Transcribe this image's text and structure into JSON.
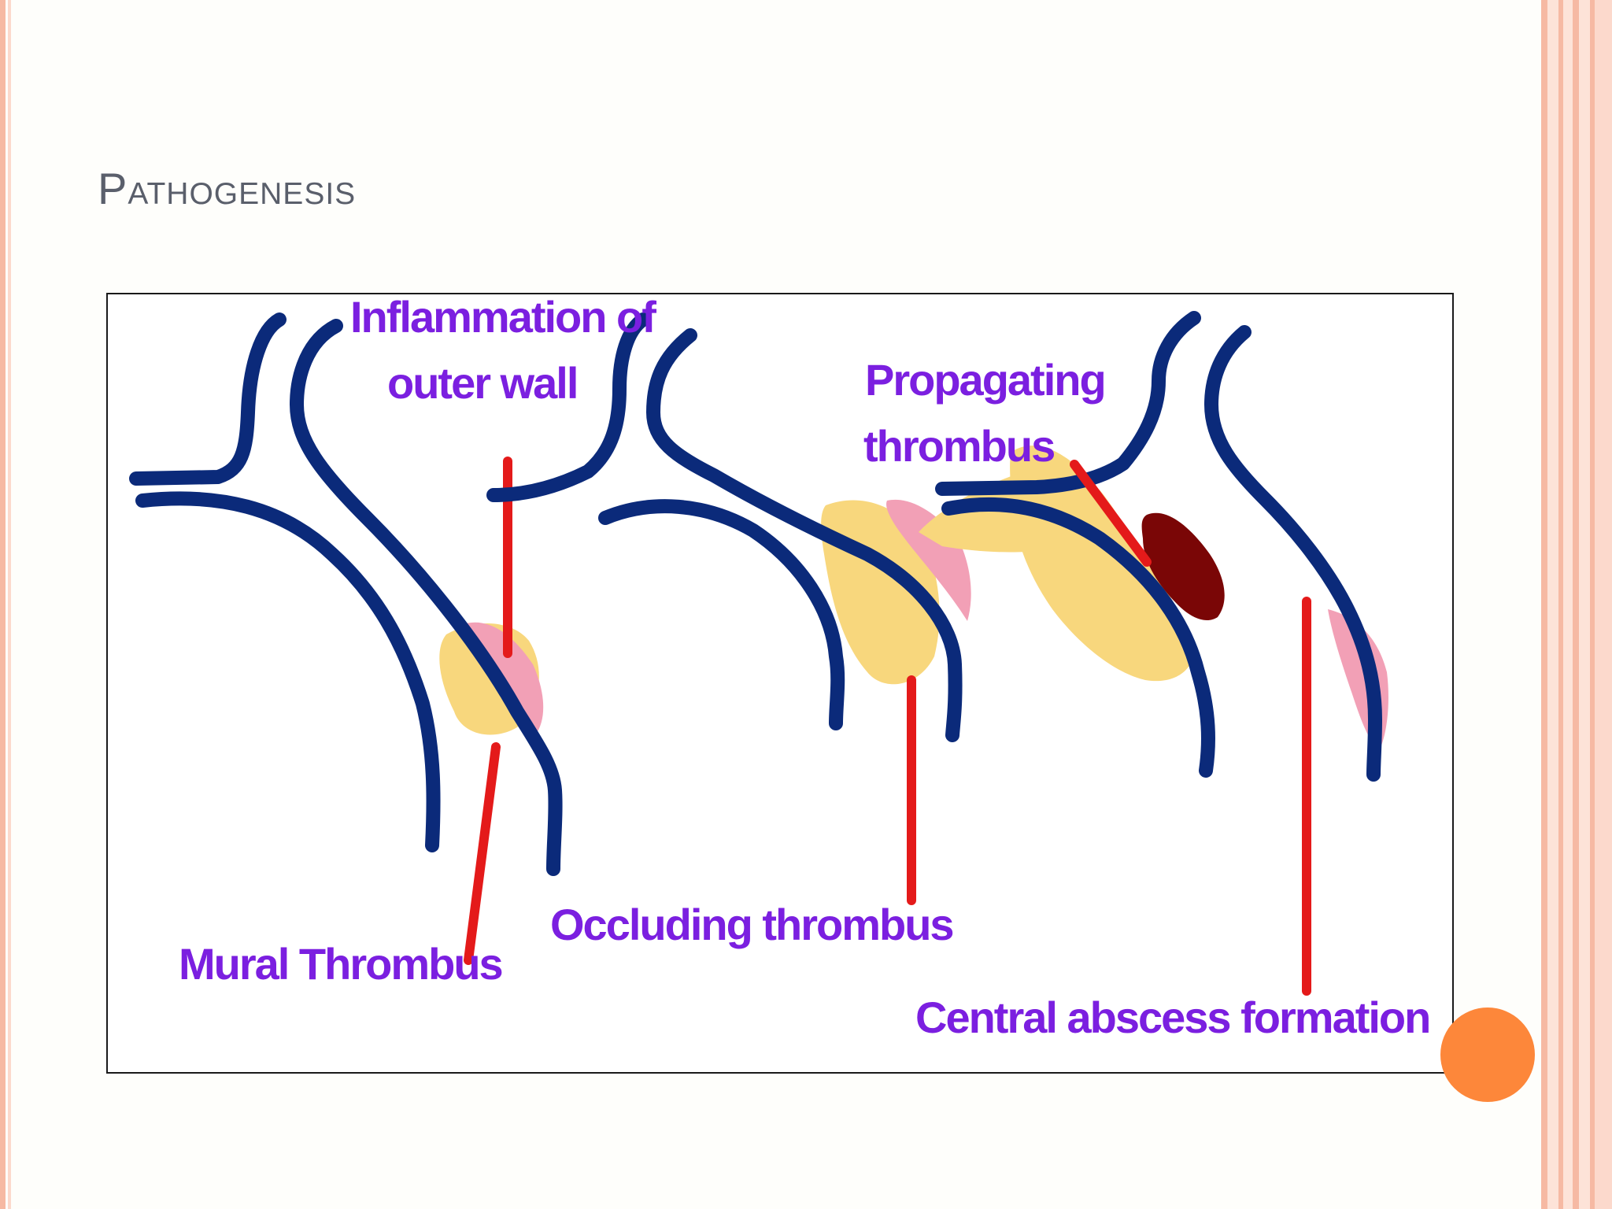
{
  "slide": {
    "title": "Pathogenesis"
  },
  "diagram": {
    "labels": {
      "inflammation_line1": "Inflammation of",
      "inflammation_line2": "outer wall",
      "mural_thrombus": "Mural Thrombus",
      "occluding_thrombus": "Occluding thrombus",
      "propagating_line1": "Propagating",
      "propagating_line2": "thrombus",
      "central_abscess": "Central abscess formation"
    },
    "colors": {
      "vessel": "#0b2a7a",
      "thrombus": "#f8d77d",
      "inflammation": "#f2a0b6",
      "pointer": "#e41a1a",
      "abscess": "#7a0606",
      "label": "#7b1fe0"
    }
  },
  "theme": {
    "stripe_colors": [
      "#f6b9a3",
      "#fcd9cc"
    ],
    "accent_dot": "#fd873a"
  }
}
